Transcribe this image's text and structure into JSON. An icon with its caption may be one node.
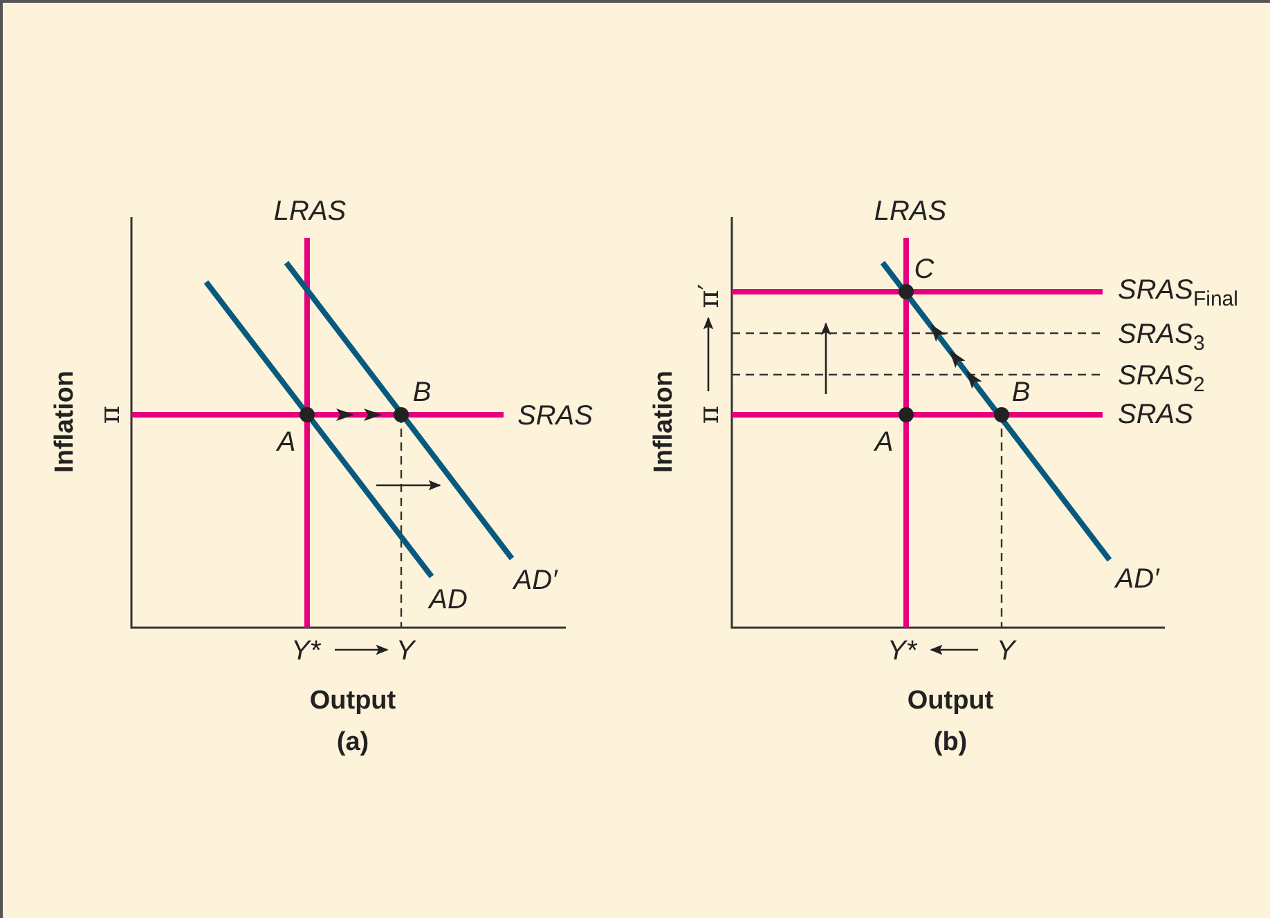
{
  "diagram": {
    "labels": [
      "Inflation",
      "π",
      "LRAS",
      "B",
      "SRAS",
      "A",
      "AD′",
      "AD",
      "Y*",
      "Y",
      "Output",
      "(a)",
      "Inflation",
      "π′",
      "π",
      "LRAS",
      "C",
      "SRAS$_{Final}$",
      "SRAS$_{3}$",
      "SRAS$_{2}$",
      "B",
      "SRAS",
      "A",
      "AD′",
      "Y*",
      "Y",
      "Output",
      "(b)"
    ]
  }
}
